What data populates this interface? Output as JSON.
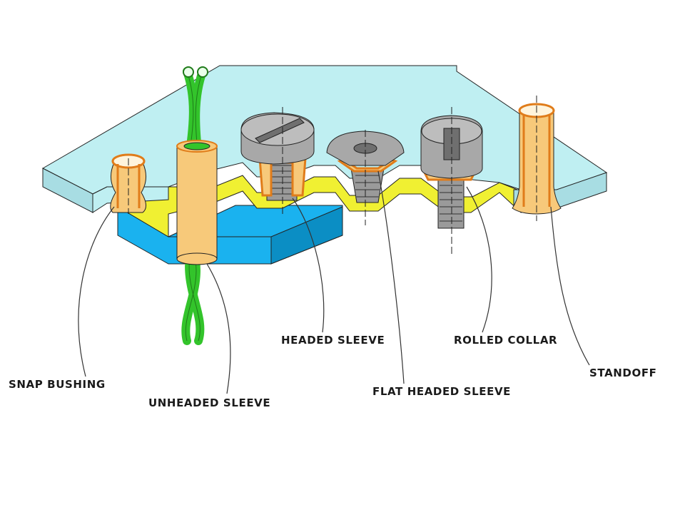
{
  "labels": {
    "snap_bushing": "SNAP BUSHING",
    "unheaded_sleeve": "UNHEADED SLEEVE",
    "headed_sleeve": "HEADED SLEEVE",
    "flat_headed_sleeve": "FLAT HEADED SLEEVE",
    "rolled_collar": "ROLLED COLLAR",
    "standoff": "STANDOFF"
  },
  "colors": {
    "panel_top": "#bfeff2",
    "panel_side": "#a8dde3",
    "insulator": "#f0f032",
    "insulator_side": "#c9c920",
    "base_block": "#1ab2ef",
    "base_block_side": "#0b8ec4",
    "sleeve": "#f7c97a",
    "sleeve_edge": "#e07c1a",
    "wire": "#33c42b",
    "hardware": "#a8a8a8",
    "hardware_dark": "#6f6f6f",
    "outline": "#222222"
  }
}
